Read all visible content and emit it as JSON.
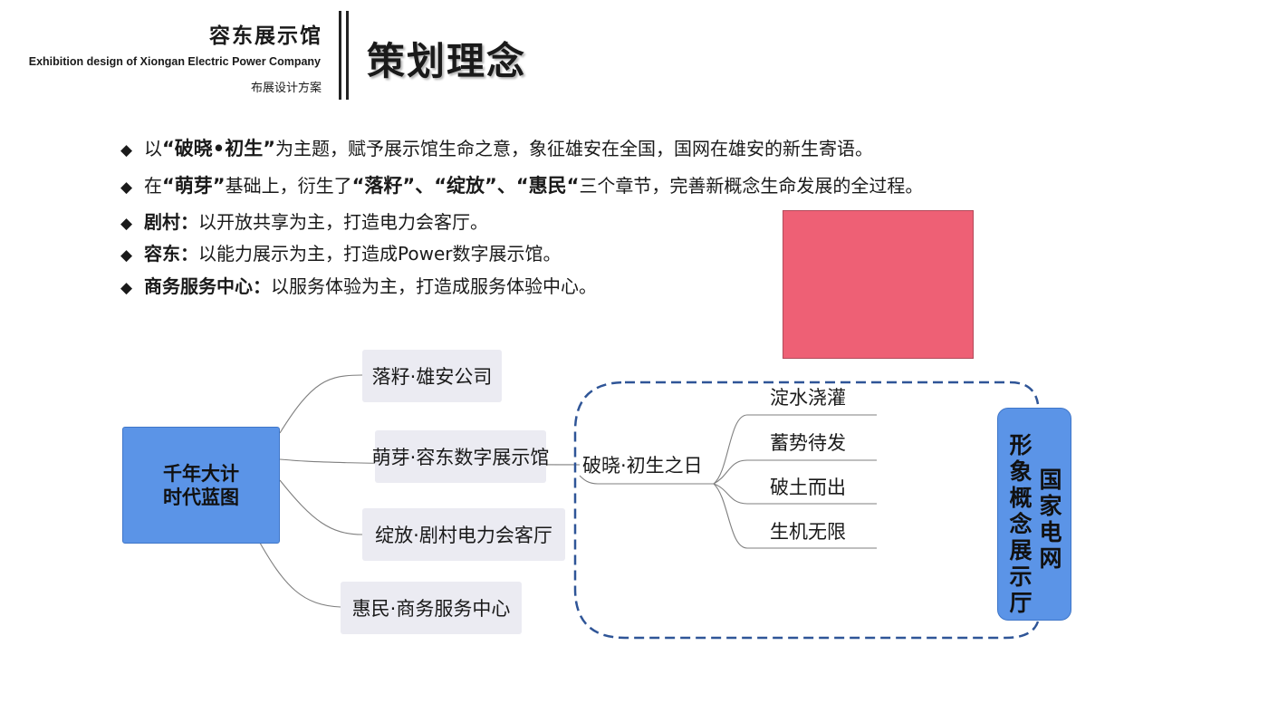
{
  "header": {
    "title": "容东展示馆",
    "english": "Exhibition design of Xiongan Electric Power Company",
    "subtitle": "布展设计方案",
    "page_title": "策划理念"
  },
  "bullets": {
    "marker": "◆",
    "b1": {
      "pre": "以",
      "theme": "“破晓•初生”",
      "post": "为主题，赋予展示馆生命之意，象征雄安在全国，国网在雄安的新生寄语。"
    },
    "b2": {
      "pre": "在",
      "q1": "“萌芽”",
      "mid1": "基础上，衍生了",
      "q2": "“落籽”",
      "sep1": "、",
      "q3": "“绽放”",
      "sep2": "、",
      "q4": "“惠民“",
      "post": "三个章节，完善新概念生命发展的全过程。"
    },
    "b3": {
      "label": "剧村：",
      "text": "以开放共享为主，打造电力会客厅。"
    },
    "b4": {
      "label": "容东：",
      "text": "以能力展示为主，打造成Power数字展示馆。"
    },
    "b5": {
      "label": "商务服务中心：",
      "text": "以服务体验为主，打造成服务体验中心。"
    }
  },
  "mindmap": {
    "root_line1": "千年大计",
    "root_line2": "时代蓝图",
    "branches": [
      "落籽·雄安公司",
      "萌芽·容东数字展示馆",
      "绽放·剧村电力会客厅",
      "惠民·商务服务中心"
    ],
    "center": "破晓·初生之日",
    "subitems": [
      "淀水浇灌",
      "蓄势待发",
      "破土而出",
      "生机无限"
    ],
    "hall_col1": "国家电网",
    "hall_col2": "形象概念展示厅"
  },
  "colors": {
    "node_blue": "#5b94e7",
    "branch_gray": "#ebebf2",
    "dash_blue": "#2f5597",
    "pink_block": "#ee6075"
  }
}
